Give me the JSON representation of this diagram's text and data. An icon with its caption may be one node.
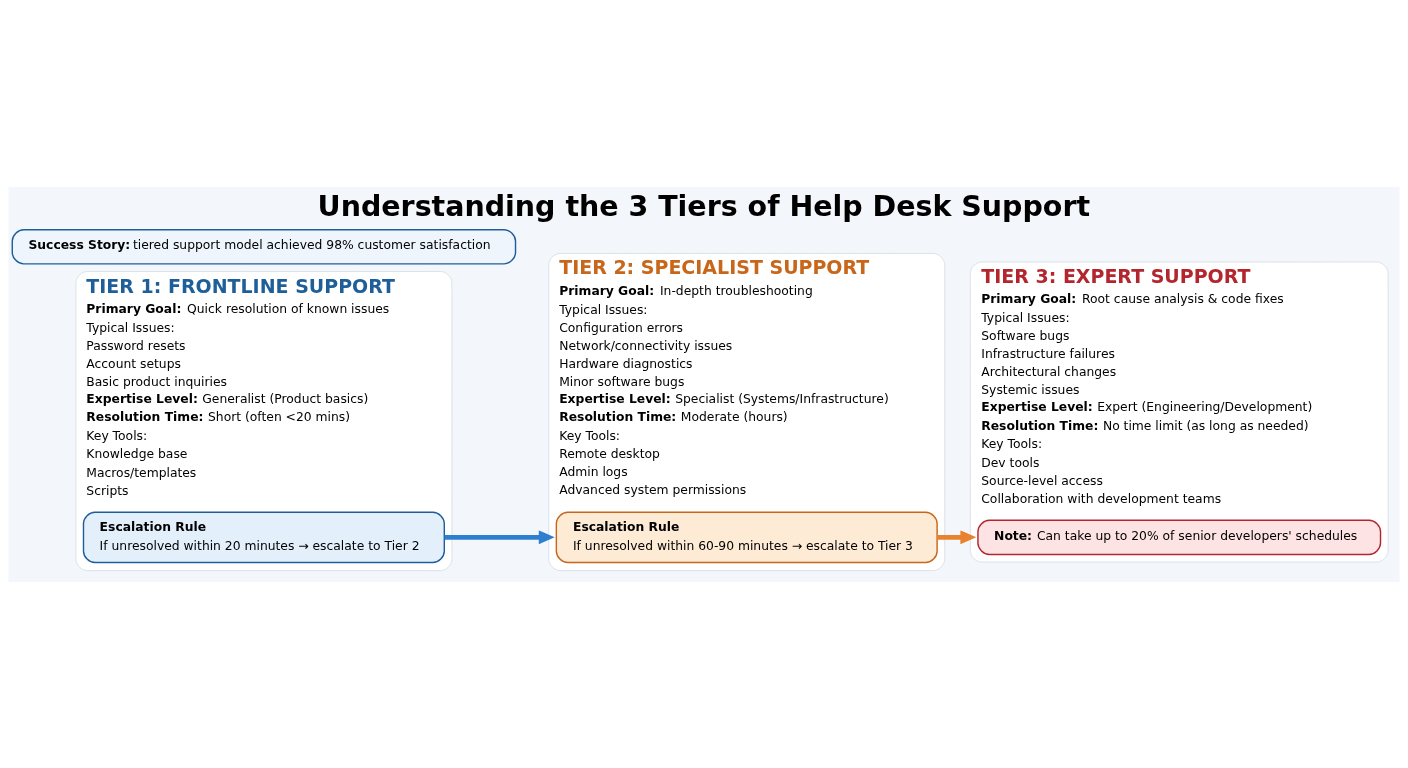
{
  "diagram": {
    "title": "Understanding the 3 Tiers of Help Desk Support",
    "nodes": [
      {
        "text": [
          "TIER 1: FRONTLINE SUPPORT",
          "**Primary Goal:** Quick resolution of known issues",
          "Typical Issues:",
          "Password resets",
          "Account setups",
          "Basic product inquiries",
          "**Expertise Level:** Generalist (Product basics)",
          "**Resolution Time:** Short (often <20 mins)",
          "Key Tools:",
          "Knowledge base",
          "Macros/templates",
          "Scripts"
        ]
      },
      {
        "text": [
          "Escalation Rule",
          "If unresolved within 20 minutes → escalate to Tier 2"
        ],
        "in": 0
      },
      {
        "text": [
          "TIER 2: SPECIALIST SUPPORT",
          "**Primary Goal:** In-depth troubleshooting",
          "Typical Issues:",
          "Configuration errors",
          "Network/connectivity issues",
          "Hardware diagnostics",
          "Minor software bugs",
          "**Expertise Level:** Specialist (Systems/Infrastructure)",
          "**Resolution Time:** Moderate (hours)",
          "Key Tools:",
          "Remote desktop",
          "Admin logs",
          "Advanced system permissions"
        ]
      },
      {
        "text": [
          "Escalation Rule",
          "If unresolved within 60-90 minutes → escalate to Tier 3"
        ],
        "in": 2
      },
      {
        "text": [
          "TIER 3: EXPERT SUPPORT",
          "**Primary Goal:** Root cause analysis & code fixes",
          "Typical Issues:",
          "Software bugs",
          "Infrastructure failures",
          "Architectural changes",
          "Systemic issues",
          "**Expertise Level:** Expert (Engineering/Development)",
          "**Resolution Time:** No time limit (as long as needed)",
          "Key Tools:",
          "Dev tools",
          "Source-level access",
          "Collaboration with development teams"
        ]
      },
      {
        "text": [
          "**Note:** Can take up to 20% of senior developers' schedules"
        ],
        "in": 4
      },
      {
        "text": [
          "**Success Story:** tiered support model achieved 98% customer satisfaction"
        ]
      }
    ],
    "edges": [
      {
        "from": 1,
        "to": 2,
        "arrow": "to",
        "color": "#2f7fd0"
      },
      {
        "from": 3,
        "to": 4,
        "arrow": "to",
        "color": "#e8822e"
      }
    ]
  }
}
